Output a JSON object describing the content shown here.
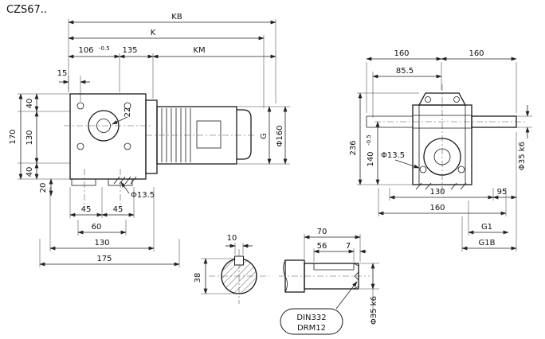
{
  "title": "CZS67..",
  "side_view": {
    "kb": "KB",
    "k": "K",
    "d106": "106",
    "tol106": "-0.5",
    "d135": "135",
    "km": "KM",
    "d15": "15",
    "d170": "170",
    "d40_top": "40",
    "d130_left": "130",
    "d40_bottom": "40",
    "d20": "20",
    "d22": "22",
    "hole": "Φ13.5",
    "d45_l": "45",
    "d45_r": "45",
    "d60": "60",
    "d130_bottom": "130",
    "d175": "175",
    "g": "G",
    "flange": "Φ160"
  },
  "rear_view": {
    "d160_l": "160",
    "d160_r": "160",
    "d85_5": "85.5",
    "d236": "236",
    "d140": "140",
    "tol140": "-0.5",
    "hole": "Φ13.5",
    "d130": "130",
    "d95": "95",
    "d160_b": "160",
    "g1": "G1",
    "g1b": "G1B",
    "shaft": "Φ35 k6"
  },
  "section_view": {
    "d10": "10",
    "d38": "38"
  },
  "shaft_detail": {
    "d70": "70",
    "d56": "56",
    "d7": "7",
    "shaft": "Φ35 k6",
    "note1": "DIN332",
    "note2": "DRM12"
  }
}
